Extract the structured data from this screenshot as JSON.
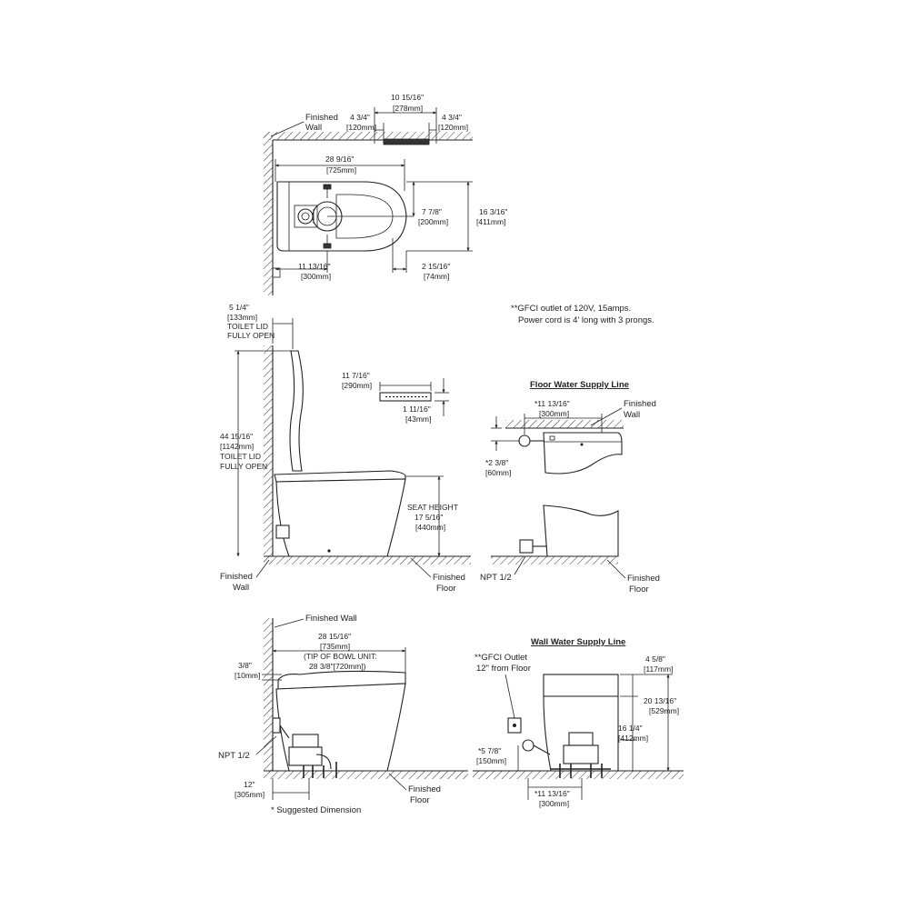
{
  "top_view": {
    "finished_wall_line1": "Finished",
    "finished_wall_line2": "Wall",
    "remote_width": "10 15/16\"",
    "remote_width_mm": "[278mm]",
    "left_offset": "4 3/4\"",
    "left_offset_mm": "[120mm]",
    "right_offset": "4 3/4\"",
    "right_offset_mm": "[120mm]",
    "overall_length": "28 9/16\"",
    "overall_length_mm": "[725mm]",
    "bowl_width_half": "7 7/8\"",
    "bowl_width_half_mm": "[200mm]",
    "overall_width": "16 3/16\"",
    "overall_width_mm": "[411mm]",
    "rough_in": "11 13/16\"",
    "rough_in_mm": "[300mm]",
    "front_offset": "2 15/16\"",
    "front_offset_mm": "[74mm]"
  },
  "side_view": {
    "lid_offset": "5 1/4\"",
    "lid_offset_mm": "[133mm]",
    "lid_offset_note1": "TOILET LID",
    "lid_offset_note2": "FULLY OPEN",
    "total_height": "44 15/16\"",
    "total_height_mm": "[1142mm]",
    "total_height_note1": "TOILET LID",
    "total_height_note2": "FULLY OPEN",
    "seat_height_label": "SEAT HEIGHT",
    "seat_height": "17 5/16\"",
    "seat_height_mm": "[440mm]",
    "finished_wall_line1": "Finished",
    "finished_wall_line2": "Wall",
    "finished_floor_line1": "Finished",
    "finished_floor_line2": "Floor"
  },
  "remote": {
    "width": "11 7/16\"",
    "width_mm": "[290mm]",
    "depth": "1 11/16\"",
    "depth_mm": "[43mm]"
  },
  "gfci_note_line1": "**GFCI outlet of 120V, 15amps.",
  "gfci_note_line2": "Power cord is 4' long with 3 prongs.",
  "floor_supply": {
    "title": "Floor Water Supply Line",
    "dim_11": "*11 13/16\"",
    "dim_11_mm": "[300mm]",
    "finished_wall_line1": "Finished",
    "finished_wall_line2": "Wall",
    "dim_2": "*2 3/8\"",
    "dim_2_mm": "[60mm]",
    "npt": "NPT 1/2",
    "finished_floor_line1": "Finished",
    "finished_floor_line2": "Floor"
  },
  "bottom_side": {
    "finished_wall": "Finished Wall",
    "overall": "28 15/16\"",
    "overall_mm": "[735mm]",
    "tip_note": "(TIP OF BOWL UNIT:",
    "tip_value": "28 3/8\"[720mm])",
    "gap": "3/8\"",
    "gap_mm": "[10mm]",
    "npt": "NPT 1/2",
    "rough": "12\"",
    "rough_mm": "[305mm]",
    "finished_floor_line1": "Finished",
    "finished_floor_line2": "Floor",
    "suggested": "* Suggested Dimension"
  },
  "wall_supply": {
    "title": "Wall Water Supply Line",
    "gfci_line1": "**GFCI Outlet",
    "gfci_line2": "12\" from Floor",
    "tank_top": "4 5/8\"",
    "tank_top_mm": "[117mm]",
    "height_total": "20 13/16\"",
    "height_total_mm": "[529mm]",
    "supply_height": "16 1/4\"",
    "supply_height_mm": "[412mm]",
    "dim_5": "*5 7/8\"",
    "dim_5_mm": "[150mm]",
    "dim_11": "*11 13/16\"",
    "dim_11_mm": "[300mm]"
  }
}
